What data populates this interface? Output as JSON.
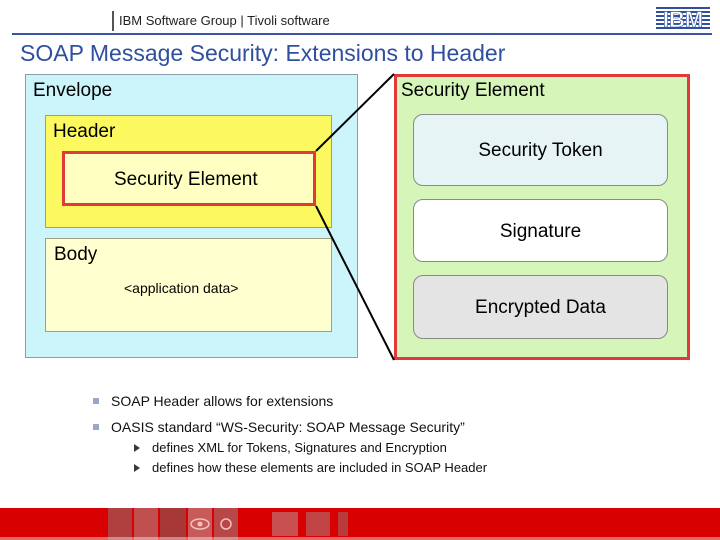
{
  "header": {
    "group_text": "IBM Software Group | Tivoli software",
    "logo_text": "IBM"
  },
  "slide": {
    "title": "SOAP Message Security: Extensions to Header"
  },
  "diagram": {
    "envelope_label": "Envelope",
    "header_label": "Header",
    "inner_security_element_label": "Security Element",
    "body_label": "Body",
    "application_data": "<application data>",
    "outer_security_element_label": "Security Element",
    "security_token": "Security Token",
    "signature": "Signature",
    "encrypted_data": "Encrypted Data"
  },
  "bullets": [
    {
      "text": "SOAP Header allows for extensions"
    },
    {
      "text": "OASIS standard “WS-Security: SOAP Message Security”",
      "sub": [
        "defines XML for Tokens, Signatures and Encryption",
        "defines how these elements are included in SOAP Header"
      ]
    }
  ],
  "colors": {
    "title": "#2f4f9f",
    "security_border": "#e03a3a",
    "footer": "#d80000"
  }
}
